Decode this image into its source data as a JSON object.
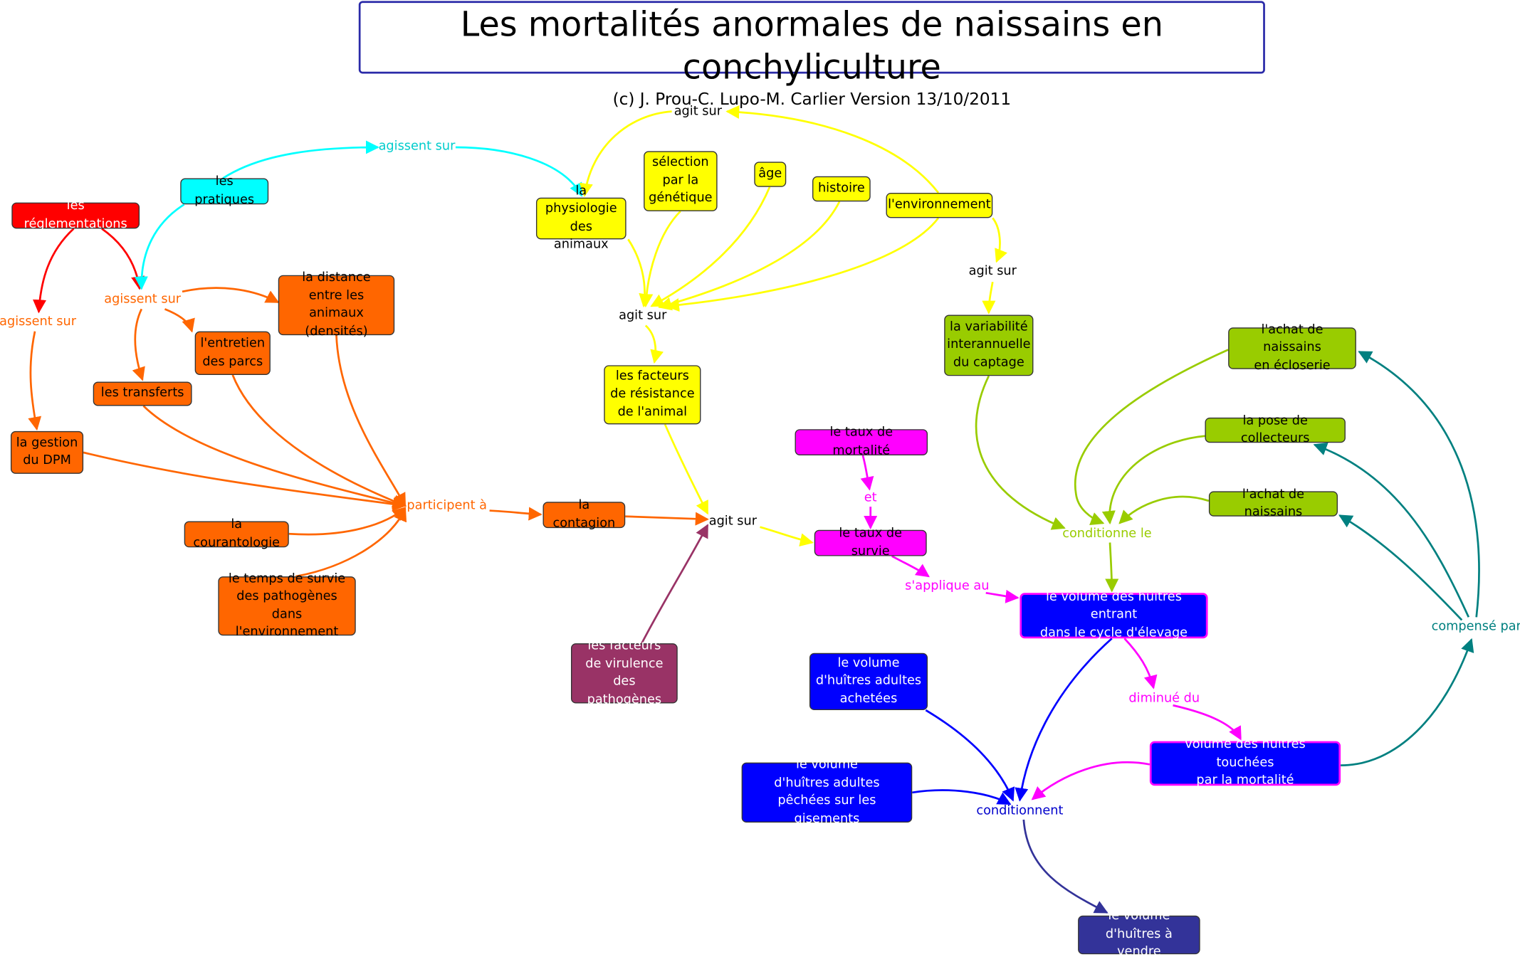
{
  "title": "Les mortalités anormales de naissains en conchyliculture",
  "subtitle": "(c) J. Prou-C. Lupo-M. Carlier  Version 13/10/2011",
  "colors": {
    "red": "#ff0000",
    "cyan": "#00ffff",
    "orange": "#ff6600",
    "yellow": "#ffff00",
    "magenta": "#ff00ff",
    "lime": "#99cc00",
    "blue": "#0000ff",
    "navy": "#333399",
    "maroon": "#993366",
    "teal": "#008080"
  },
  "nodes": {
    "reglementations": "les réglementations",
    "pratiques": "les pratiques",
    "distance": "la distance\nentre les animaux\n(densités)",
    "entretien": "l'entretien\ndes parcs",
    "transferts": "les transferts",
    "gestion": "la gestion\ndu DPM",
    "courantologie": "la courantologie",
    "temps_survie": "le temps de survie\ndes pathogènes\ndans l'environnement",
    "contagion": "la contagion",
    "virulence": "les facteurs\nde virulence\ndes pathogènes",
    "physiologie": "la physiologie\ndes animaux",
    "selection": "sélection\npar la\ngénétique",
    "age": "âge",
    "histoire": "histoire",
    "environnement": "l'environnement",
    "resistance": "les facteurs\nde résistance\nde l'animal",
    "taux_mortalite": "le taux de mortalité",
    "taux_survie": "le taux de survie",
    "variabilite": "la variabilité\ninterannuelle\ndu captage",
    "achat_ecloserie": "l'achat de naissains\nen écloserie",
    "pose_collecteurs": "la pose de collecteurs",
    "achat_naissains": "l'achat de naissains",
    "volume_entrant": "le volume des huîtres entrant\ndans le cycle d'élevage",
    "volume_achetees": "le volume\nd'huîtres adultes\nachetées",
    "volume_touchees": "volume des huîtres touchées\npar la mortalité",
    "volume_pechees": "le volume\nd'huîtres adultes\npêchées sur les gisements",
    "volume_vendre": "le volume\nd'huîtres à vendre"
  },
  "labels": {
    "agissent_sur_1": "agissent sur",
    "agissent_sur_2": "agissent sur",
    "agissent_sur_3": "agissent sur",
    "participent": "participent à",
    "agit_sur_top": "agit sur",
    "agit_sur_mid": "agit sur",
    "agit_sur_env": "agit sur",
    "agit_sur_center": "agit sur",
    "et": "et",
    "s_applique": "s'applique au",
    "conditionne_le": "conditionne le",
    "diminue_du": "diminué du",
    "compense_par": "compensé par",
    "conditionnent": "conditionnent"
  }
}
